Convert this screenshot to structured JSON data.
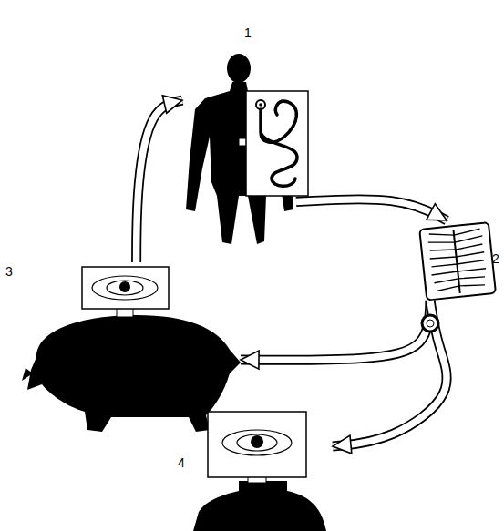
{
  "diagram": {
    "nodes": [
      {
        "text": [
          "1"
        ]
      },
      {
        "text": [
          "2"
        ]
      },
      {
        "text": [
          "3"
        ]
      },
      {
        "text": [
          "4"
        ]
      }
    ],
    "edges": [
      {
        "from": 0,
        "to": 1,
        "arrow": "to"
      },
      {
        "from": 1,
        "to": 2,
        "arrow": "to"
      },
      {
        "from": 1,
        "to": 3,
        "arrow": "to"
      },
      {
        "from": 2,
        "to": 0,
        "arrow": "to"
      }
    ]
  }
}
